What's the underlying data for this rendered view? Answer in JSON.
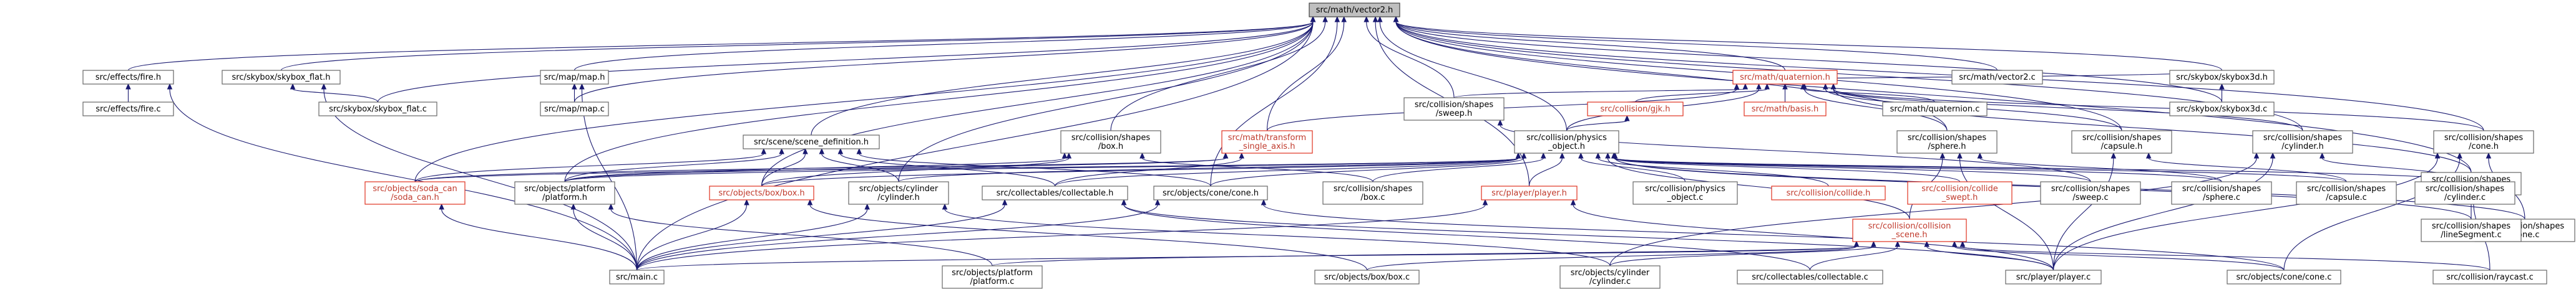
{
  "colors": {
    "edge": "#191970",
    "node_border": "#666666",
    "root_fill": "#bfbfbf",
    "red_border": "#e0311f",
    "red_text": "#c0392b"
  },
  "nodes": [
    {
      "id": "vec",
      "lines": [
        "src/math/vector2.h"
      ],
      "root": true
    },
    {
      "id": "fire_h",
      "lines": [
        "src/effects/fire.h"
      ]
    },
    {
      "id": "fire_c",
      "lines": [
        "src/effects/fire.c"
      ]
    },
    {
      "id": "skyflat_h",
      "lines": [
        "src/skybox/skybox_flat.h"
      ]
    },
    {
      "id": "skyflat_c",
      "lines": [
        "src/skybox/skybox_flat.c"
      ]
    },
    {
      "id": "map_h",
      "lines": [
        "src/map/map.h"
      ]
    },
    {
      "id": "map_c",
      "lines": [
        "src/map/map.c"
      ]
    },
    {
      "id": "scene_def",
      "lines": [
        "src/scene/scene_definition.h"
      ]
    },
    {
      "id": "soda",
      "lines": [
        "src/objects/soda_can",
        "/soda_can.h"
      ],
      "red": true
    },
    {
      "id": "platform_h",
      "lines": [
        "src/objects/platform",
        "/platform.h"
      ]
    },
    {
      "id": "box_h",
      "lines": [
        "src/objects/box/box.h"
      ],
      "red": true
    },
    {
      "id": "cyl_obj_h",
      "lines": [
        "src/objects/cylinder",
        "/cylinder.h"
      ]
    },
    {
      "id": "collect_h",
      "lines": [
        "src/collectables/collectable.h"
      ]
    },
    {
      "id": "cone_obj_h",
      "lines": [
        "src/objects/cone/cone.h"
      ]
    },
    {
      "id": "shapes_box_h",
      "lines": [
        "src/collision/shapes",
        "/box.h"
      ]
    },
    {
      "id": "transform",
      "lines": [
        "src/math/transform",
        "_single_axis.h"
      ],
      "red": true
    },
    {
      "id": "physics",
      "lines": [
        "src/collision/physics",
        "_object.h"
      ]
    },
    {
      "id": "quat_h",
      "lines": [
        "src/math/quaternion.h"
      ],
      "red": true
    },
    {
      "id": "sweep_h",
      "lines": [
        "src/collision/shapes",
        "/sweep.h"
      ]
    },
    {
      "id": "gjk",
      "lines": [
        "src/collision/gjk.h"
      ],
      "red": true
    },
    {
      "id": "basis",
      "lines": [
        "src/math/basis.h"
      ],
      "red": true
    },
    {
      "id": "quat_c",
      "lines": [
        "src/math/quaternion.c"
      ]
    },
    {
      "id": "sphere_h",
      "lines": [
        "src/collision/shapes",
        "/sphere.h"
      ]
    },
    {
      "id": "capsule_h",
      "lines": [
        "src/collision/shapes",
        "/capsule.h"
      ]
    },
    {
      "id": "cyl_shape_h",
      "lines": [
        "src/collision/shapes",
        "/cylinder.h"
      ]
    },
    {
      "id": "cone_shape_h",
      "lines": [
        "src/collision/shapes",
        "/cone.h"
      ]
    },
    {
      "id": "line_h",
      "lines": [
        "src/collision/shapes",
        "/lineSegment.h"
      ]
    },
    {
      "id": "vec_c",
      "lines": [
        "src/math/vector2.c"
      ]
    },
    {
      "id": "sky3d_h",
      "lines": [
        "src/skybox/skybox3d.h"
      ]
    },
    {
      "id": "sky3d_c",
      "lines": [
        "src/skybox/skybox3d.c"
      ]
    },
    {
      "id": "shapes_box_c",
      "lines": [
        "src/collision/shapes",
        "/box.c"
      ]
    },
    {
      "id": "player_h",
      "lines": [
        "src/player/player.h"
      ],
      "red": true
    },
    {
      "id": "phys_c",
      "lines": [
        "src/collision/physics",
        "_object.c"
      ]
    },
    {
      "id": "collide_h",
      "lines": [
        "src/collision/collide.h"
      ],
      "red": true
    },
    {
      "id": "collide_sw",
      "lines": [
        "src/collision/collide",
        "_swept.h"
      ],
      "red": true
    },
    {
      "id": "sweep_c",
      "lines": [
        "src/collision/shapes",
        "/sweep.c"
      ]
    },
    {
      "id": "sphere_c",
      "lines": [
        "src/collision/shapes",
        "/sphere.c"
      ]
    },
    {
      "id": "coll_scene",
      "lines": [
        "src/collision/collision",
        "_scene.h"
      ],
      "red": true
    },
    {
      "id": "capsule_c",
      "lines": [
        "src/collision/shapes",
        "/capsule.c"
      ]
    },
    {
      "id": "cyl_shape_c",
      "lines": [
        "src/collision/shapes",
        "/cylinder.c"
      ]
    },
    {
      "id": "cone_shape_c",
      "lines": [
        "src/collision/shapes",
        "/cone.c"
      ]
    },
    {
      "id": "line_c",
      "lines": [
        "src/collision/shapes",
        "/lineSegment.c"
      ]
    },
    {
      "id": "main",
      "lines": [
        "src/main.c"
      ]
    },
    {
      "id": "platform_c",
      "lines": [
        "src/objects/platform",
        "/platform.c"
      ]
    },
    {
      "id": "box_c",
      "lines": [
        "src/objects/box/box.c"
      ]
    },
    {
      "id": "cyl_obj_c",
      "lines": [
        "src/objects/cylinder",
        "/cylinder.c"
      ]
    },
    {
      "id": "collect_c",
      "lines": [
        "src/collectables/collectable.c"
      ]
    },
    {
      "id": "player_c",
      "lines": [
        "src/player/player.c"
      ]
    },
    {
      "id": "cone_obj_c",
      "lines": [
        "src/objects/cone/cone.c"
      ]
    },
    {
      "id": "raycast",
      "lines": [
        "src/collision/raycast.c"
      ]
    }
  ],
  "edges": [
    [
      "fire_h",
      "vec"
    ],
    [
      "skyflat_h",
      "vec"
    ],
    [
      "skyflat_c",
      "vec"
    ],
    [
      "map_h",
      "vec"
    ],
    [
      "map_c",
      "vec"
    ],
    [
      "scene_def",
      "vec"
    ],
    [
      "soda",
      "vec"
    ],
    [
      "platform_h",
      "vec"
    ],
    [
      "box_h",
      "vec"
    ],
    [
      "cyl_obj_h",
      "vec"
    ],
    [
      "cone_obj_h",
      "vec"
    ],
    [
      "shapes_box_h",
      "vec"
    ],
    [
      "transform",
      "vec"
    ],
    [
      "physics",
      "vec"
    ],
    [
      "player_h",
      "vec"
    ],
    [
      "sweep_h",
      "vec"
    ],
    [
      "quat_h",
      "vec"
    ],
    [
      "sphere_h",
      "vec"
    ],
    [
      "capsule_h",
      "vec"
    ],
    [
      "cyl_shape_h",
      "vec"
    ],
    [
      "cone_shape_h",
      "vec"
    ],
    [
      "line_h",
      "vec"
    ],
    [
      "vec_c",
      "vec"
    ],
    [
      "sky3d_h",
      "vec"
    ],
    [
      "sky3d_c",
      "vec"
    ],
    [
      "main",
      "vec"
    ],
    [
      "fire_c",
      "fire_h"
    ],
    [
      "main",
      "fire_h"
    ],
    [
      "skyflat_c",
      "skyflat_h"
    ],
    [
      "main",
      "skyflat_h"
    ],
    [
      "map_c",
      "map_h"
    ],
    [
      "main",
      "map_h"
    ],
    [
      "soda",
      "scene_def"
    ],
    [
      "platform_h",
      "scene_def"
    ],
    [
      "box_h",
      "scene_def"
    ],
    [
      "cyl_obj_h",
      "scene_def"
    ],
    [
      "collect_h",
      "scene_def"
    ],
    [
      "cone_obj_h",
      "scene_def"
    ],
    [
      "main",
      "soda"
    ],
    [
      "main",
      "platform_h"
    ],
    [
      "platform_c",
      "platform_h"
    ],
    [
      "main",
      "box_h"
    ],
    [
      "box_c",
      "box_h"
    ],
    [
      "main",
      "cyl_obj_h"
    ],
    [
      "cyl_obj_c",
      "cyl_obj_h"
    ],
    [
      "main",
      "collect_h"
    ],
    [
      "collect_c",
      "collect_h"
    ],
    [
      "player_c",
      "collect_h"
    ],
    [
      "main",
      "cone_obj_h"
    ],
    [
      "cone_obj_c",
      "cone_obj_h"
    ],
    [
      "platform_h",
      "shapes_box_h"
    ],
    [
      "box_h",
      "shapes_box_h"
    ],
    [
      "shapes_box_c",
      "shapes_box_h"
    ],
    [
      "soda",
      "transform"
    ],
    [
      "platform_h",
      "transform"
    ],
    [
      "collect_h",
      "transform"
    ],
    [
      "soda",
      "physics"
    ],
    [
      "platform_h",
      "physics"
    ],
    [
      "box_h",
      "physics"
    ],
    [
      "cyl_obj_h",
      "physics"
    ],
    [
      "collect_h",
      "physics"
    ],
    [
      "cone_obj_h",
      "physics"
    ],
    [
      "shapes_box_c",
      "physics"
    ],
    [
      "player_h",
      "physics"
    ],
    [
      "phys_c",
      "physics"
    ],
    [
      "collide_h",
      "physics"
    ],
    [
      "collide_sw",
      "physics"
    ],
    [
      "sweep_c",
      "physics"
    ],
    [
      "sphere_c",
      "physics"
    ],
    [
      "coll_scene",
      "physics"
    ],
    [
      "capsule_c",
      "physics"
    ],
    [
      "cyl_shape_c",
      "physics"
    ],
    [
      "cone_shape_c",
      "physics"
    ],
    [
      "line_c",
      "physics"
    ],
    [
      "gjk",
      "quat_h"
    ],
    [
      "basis",
      "quat_h"
    ],
    [
      "quat_c",
      "quat_h"
    ],
    [
      "sweep_h",
      "quat_h"
    ],
    [
      "transform",
      "quat_h"
    ],
    [
      "physics",
      "quat_h"
    ],
    [
      "sphere_h",
      "quat_h"
    ],
    [
      "capsule_h",
      "quat_h"
    ],
    [
      "cyl_shape_h",
      "quat_h"
    ],
    [
      "cone_shape_h",
      "quat_h"
    ],
    [
      "line_h",
      "quat_h"
    ],
    [
      "sky3d_h",
      "quat_h"
    ],
    [
      "physics",
      "gjk"
    ],
    [
      "sweep_c",
      "sweep_h"
    ],
    [
      "sphere_c",
      "sphere_h"
    ],
    [
      "coll_scene",
      "sphere_h"
    ],
    [
      "player_c",
      "sphere_h"
    ],
    [
      "capsule_c",
      "capsule_h"
    ],
    [
      "player_c",
      "capsule_h"
    ],
    [
      "cyl_shape_c",
      "cyl_shape_h"
    ],
    [
      "cyl_obj_c",
      "cyl_shape_h"
    ],
    [
      "player_c",
      "cyl_shape_h"
    ],
    [
      "cone_shape_c",
      "cone_shape_h"
    ],
    [
      "cone_obj_c",
      "cone_shape_h"
    ],
    [
      "player_c",
      "cone_shape_h"
    ],
    [
      "line_c",
      "line_h"
    ],
    [
      "raycast",
      "line_h"
    ],
    [
      "sky3d_c",
      "sky3d_h"
    ],
    [
      "main",
      "player_h"
    ],
    [
      "player_c",
      "player_h"
    ],
    [
      "main",
      "coll_scene"
    ],
    [
      "platform_c",
      "coll_scene"
    ],
    [
      "box_c",
      "coll_scene"
    ],
    [
      "cyl_obj_c",
      "coll_scene"
    ],
    [
      "collect_c",
      "coll_scene"
    ],
    [
      "player_c",
      "coll_scene"
    ],
    [
      "cone_obj_c",
      "coll_scene"
    ],
    [
      "raycast",
      "coll_scene"
    ]
  ]
}
